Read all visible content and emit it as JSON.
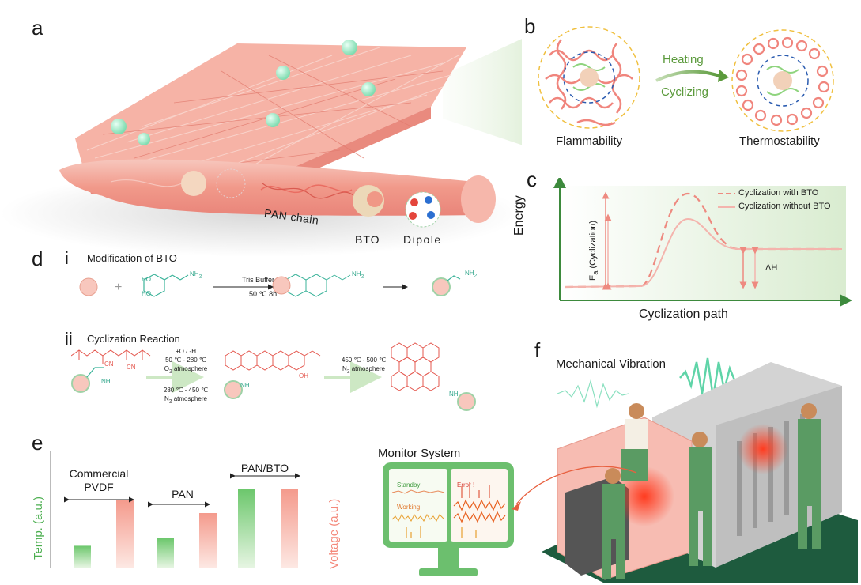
{
  "panels": {
    "a": "a",
    "b": "b",
    "c": "c",
    "d": "d",
    "e": "e",
    "f": "f"
  },
  "panel_a": {
    "pan_chain": "PAN chain",
    "bto": "BTO",
    "dipole": "Dipole"
  },
  "panel_b": {
    "left": "Flammability",
    "right": "Thermostability",
    "top_arrow": "Heating",
    "bottom_arrow": "Cyclizing"
  },
  "panel_c": {
    "ylabel": "Energy",
    "xlabel": "Cyclization path",
    "ea_label": "E",
    "ea_sub": "a",
    "ea_paren": " (Cyclization)",
    "dh": "ΔH",
    "legend": [
      "Cyclization with BTO",
      "Cyclization without BTO"
    ],
    "colors": {
      "curve": "#ee8a80",
      "green": "#3d8a3d"
    }
  },
  "panel_d": {
    "roman_i": "i",
    "roman_ii": "ii",
    "title_i": "Modification of BTO",
    "title_ii": "Cyclization Reaction",
    "cond1_top": "Tris Buffer",
    "cond1_bot": "50 ℃  8h",
    "cond2_a": "+O / -H",
    "cond2_b": "50 ℃ - 280 ℃",
    "cond2_c": "O",
    "cond2_c_sub": "2",
    "cond2_c_rest": " atmosphere",
    "cond2_d": "280 ℃ - 450 ℃",
    "cond2_e": "N",
    "cond2_e_sub": "2",
    "cond2_e_rest": " atmosphere",
    "cond3_a": "450 ℃ - 500 ℃",
    "cond3_b": "N",
    "cond3_b_sub": "2",
    "cond3_b_rest": " atmosphere",
    "ho": "HO",
    "nh2": "NH",
    "nh2_sub": "2",
    "nh": "NH",
    "cn": "CN",
    "oh": "OH"
  },
  "panel_e": {
    "ylabel_left": "Temp. (a.u.)",
    "ylabel_right": "Voltage (a.u.)",
    "group1_line1": "Commercial",
    "group1_line2": "PVDF",
    "group2": "PAN",
    "group3": "PAN/BTO",
    "monitor_title": "Monitor System",
    "standby": "Standby",
    "error": "Error !",
    "working": "Working"
  },
  "panel_f": {
    "title": "Mechanical Vibration"
  },
  "chart_data": {
    "type": "bar",
    "categories": [
      "Commercial PVDF",
      "PAN",
      "PAN/BTO"
    ],
    "series": [
      {
        "name": "",
        "values": [
          0.2,
          0.27,
          0.72
        ]
      },
      {
        "name": "",
        "values": [
          0.62,
          0.5,
          0.72
        ]
      }
    ],
    "xlabel": "",
    "ylabel": "Temp. (a.u.)",
    "ylabel_right": "Voltage (a.u.)",
    "ylim": [
      0,
      1
    ],
    "colors": [
      "#6cc76c",
      "#f49a8c"
    ]
  }
}
